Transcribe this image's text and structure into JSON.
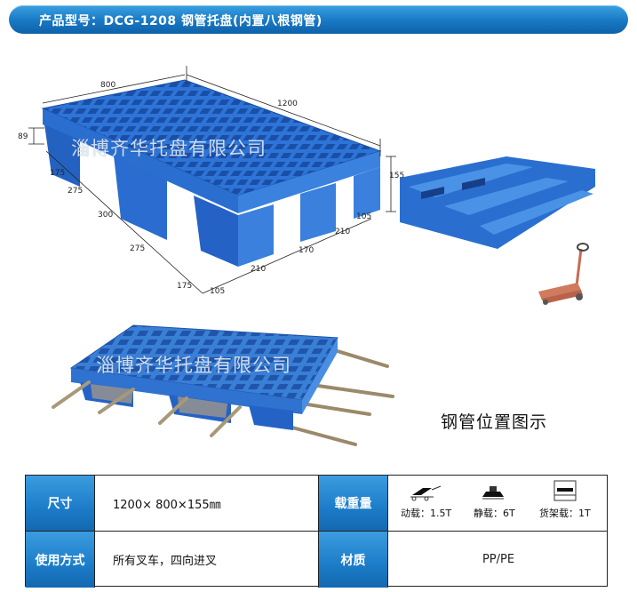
{
  "header": {
    "title": "产品型号：DCG-1208  钢管托盘(内置八根钢管)"
  },
  "watermark": "淄博齐华托盘有限公司",
  "dimensions": {
    "length_top": "800",
    "width_top": "1200",
    "height_left": "89",
    "height_right": "155",
    "d175a": "175",
    "d275a": "275",
    "d300": "300",
    "d275b": "275",
    "d175b": "175",
    "d105a": "105",
    "d210a": "210",
    "d170": "170",
    "d210b": "210",
    "d105b": "105"
  },
  "caption": "钢管位置图示",
  "colors": {
    "pallet_blue": "#2a6fd0",
    "header_blue": "#1878c4"
  },
  "spec": {
    "size_label": "尺寸",
    "size_value": "1200× 800×155㎜",
    "load_label": "载重量",
    "loads": [
      {
        "icon": "dynamic-load-icon",
        "label": "动载：1.5T"
      },
      {
        "icon": "static-load-icon",
        "label": "静载：6T"
      },
      {
        "icon": "rack-load-icon",
        "label": "货架载：1T"
      }
    ],
    "usage_label": "使用方式",
    "usage_value": "所有叉车，四向进叉",
    "material_label": "材质",
    "material_value": "PP/PE"
  }
}
